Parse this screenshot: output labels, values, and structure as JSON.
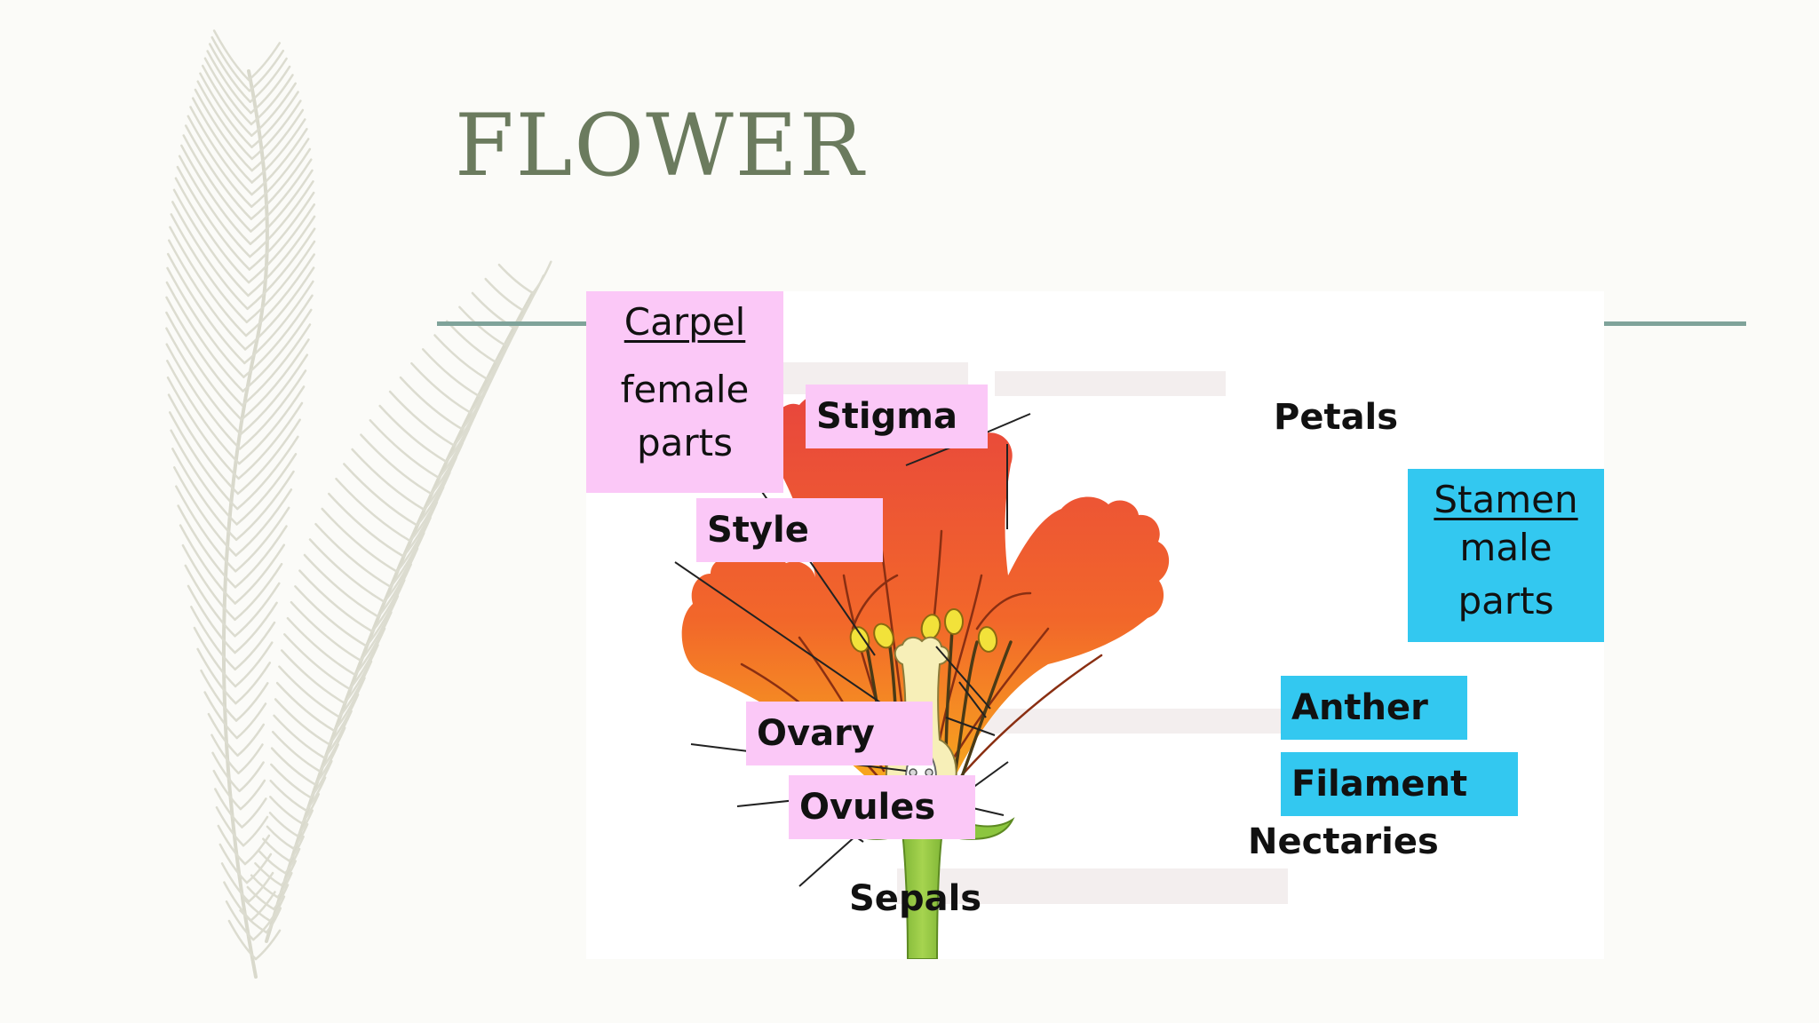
{
  "slide": {
    "title": "FLOWER"
  },
  "carpel": {
    "heading": "Carpel",
    "line1": "female",
    "line2": "parts"
  },
  "stamen": {
    "heading": "Stamen",
    "line1": "male",
    "line2": "parts"
  },
  "labels": {
    "stigma": "Stigma",
    "style": "Style",
    "ovary": "Ovary",
    "ovules": "Ovules",
    "sepals": "Sepals",
    "petals": "Petals",
    "anther": "Anther",
    "filament": "Filament",
    "nectaries": "Nectaries"
  },
  "colors": {
    "title": "#6b7b5e",
    "rule": "#7fa39a",
    "female_label_bg": "#fbc8f7",
    "male_label_bg": "#33c8f0",
    "petal_top": "#e8453c",
    "petal_bottom": "#f6a21e",
    "stem": "#8cc63f"
  },
  "icons": {
    "background_decoration": "feather-icon"
  }
}
